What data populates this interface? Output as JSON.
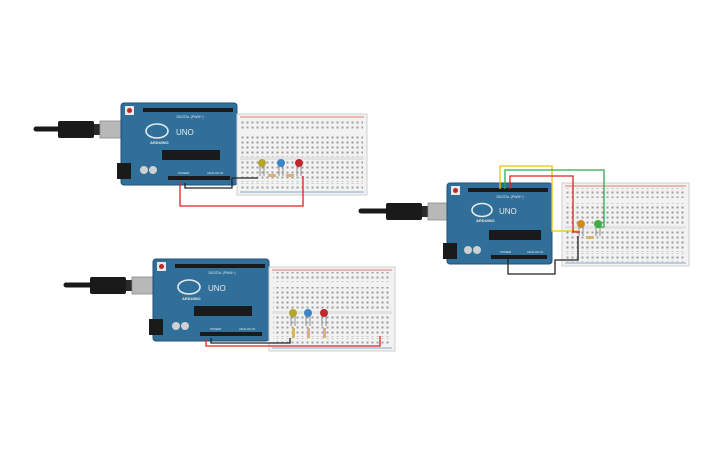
{
  "boards": [
    {
      "brand": "ARDUINO",
      "model": "UNO",
      "digital": "DIGITAL (PWM~)",
      "power": "POWER",
      "analog": "ANALOG IN"
    },
    {
      "brand": "ARDUINO",
      "model": "UNO",
      "digital": "DIGITAL (PWM~)",
      "power": "POWER",
      "analog": "ANALOG IN"
    },
    {
      "brand": "ARDUINO",
      "model": "UNO",
      "digital": "DIGITAL (PWM~)",
      "power": "POWER",
      "analog": "ANALOG IN"
    }
  ],
  "colors": {
    "board": "#2f6f99",
    "board_dark": "#1f5177",
    "usb_cable": "#1a1a1a",
    "usb_plug": "#b8b8b8",
    "breadboard": "#f2f2f2",
    "rail_red": "#d9534f",
    "rail_blue": "#5b8fc9",
    "wire_red": "#e02020",
    "wire_black": "#222222",
    "wire_yellow": "#e6c800",
    "wire_green": "#2fa84f",
    "led_yellow": "#b5a62a",
    "led_blue": "#3a86c8",
    "led_red": "#c0272d",
    "led_orange": "#d08a1e",
    "led_green": "#3fae3f",
    "resistor": "#d7b37a"
  }
}
